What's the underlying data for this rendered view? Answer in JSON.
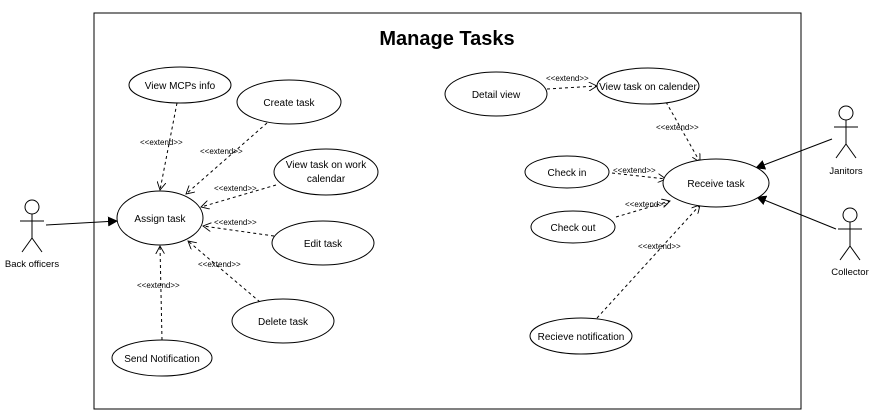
{
  "title": "Manage Tasks",
  "actors": {
    "back_officers": "Back officers",
    "janitors": "Janitors",
    "collector": "Collector"
  },
  "use_cases": {
    "view_mcps": "View MCPs info",
    "create_task": "Create task",
    "view_work_calendar": [
      "View task on work",
      "calendar"
    ],
    "assign_task": "Assign task",
    "edit_task": "Edit task",
    "delete_task": "Delete task",
    "send_notification": "Send Notification",
    "detail_view": "Detail view",
    "view_calender": "View task on calender",
    "check_in": "Check in",
    "check_out": "Check out",
    "receive_task": "Receive task",
    "receive_notification": "Recieve notification"
  },
  "relations": {
    "extend": "<<extend>>"
  }
}
